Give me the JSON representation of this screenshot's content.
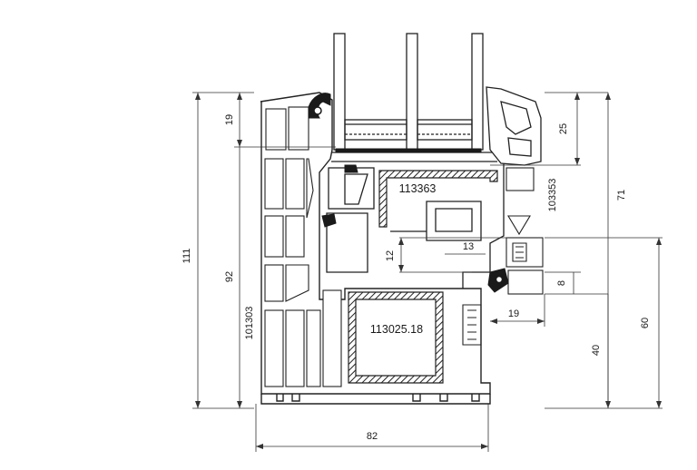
{
  "dimensions": {
    "d111": "111",
    "d19": "19",
    "d92": "92",
    "d101303": "101303",
    "d25": "25",
    "d71": "71",
    "d103353": "103353",
    "d12": "12",
    "d13": "13",
    "d8": "8",
    "d60": "60",
    "d40": "40",
    "d19b": "19",
    "d82": "82"
  },
  "labels": {
    "reinforcement_top": "113363",
    "reinforcement_bottom": "113025.18"
  }
}
